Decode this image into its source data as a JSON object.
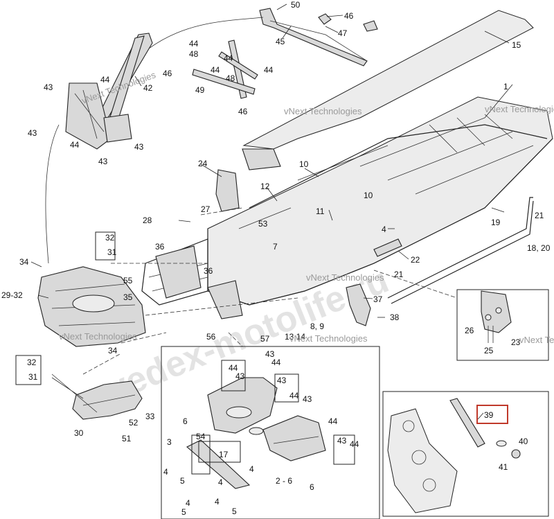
{
  "watermark": {
    "company": "vNext Technologies",
    "site": "vedex-motolife.ru"
  },
  "highlight_color": "#c0392b",
  "callouts": {
    "c50": "50",
    "c46a": "46",
    "c47": "47",
    "c45": "45",
    "c15": "15",
    "c44a": "44",
    "c48a": "48",
    "c44b": "44",
    "c44c": "44",
    "c48b": "48",
    "c44d": "44",
    "c46b": "46",
    "c49": "49",
    "c46c": "46",
    "c42": "42",
    "c43a": "43",
    "c44e": "44",
    "c43b": "43",
    "c44f": "44",
    "c43c": "43",
    "c43d": "43",
    "c1": "1",
    "c24": "24",
    "c10a": "10",
    "c12": "12",
    "c10b": "10",
    "c11": "11",
    "c27": "27",
    "c28": "28",
    "c53": "53",
    "c4a": "4",
    "c21a": "21",
    "c19": "19",
    "c1820": "18, 20",
    "c32a": "32",
    "c31a": "31",
    "c36a": "36",
    "c7": "7",
    "c22": "22",
    "c34": "34",
    "c55": "55",
    "c36b": "36",
    "c21b": "21",
    "c2932": "29-32",
    "c35": "35",
    "c37": "37",
    "c38": "38",
    "c89": "8, 9",
    "c56": "56",
    "c57": "57",
    "c1314": "13,14",
    "c26": "26",
    "c23": "23",
    "c25": "25",
    "c32b": "32",
    "c31b": "31",
    "c30": "30",
    "c51": "51",
    "c52": "52",
    "c33": "33",
    "c34b": "34",
    "c44g": "44",
    "c43e": "43",
    "c43f": "43",
    "c44h": "44",
    "c43g": "43",
    "c44i": "44",
    "c43h": "43",
    "c44j": "44",
    "c6a": "6",
    "c3": "3",
    "c54": "54",
    "c17": "17",
    "c4b": "4",
    "c5a": "5",
    "c43i": "43",
    "c44k": "44",
    "c4c": "4",
    "c4d": "4",
    "c26b": "2 - 6",
    "c4e": "4",
    "c5b": "5",
    "c6b": "6",
    "c4f": "4",
    "c5c": "5",
    "c39": "39",
    "c40": "40",
    "c41": "41"
  }
}
